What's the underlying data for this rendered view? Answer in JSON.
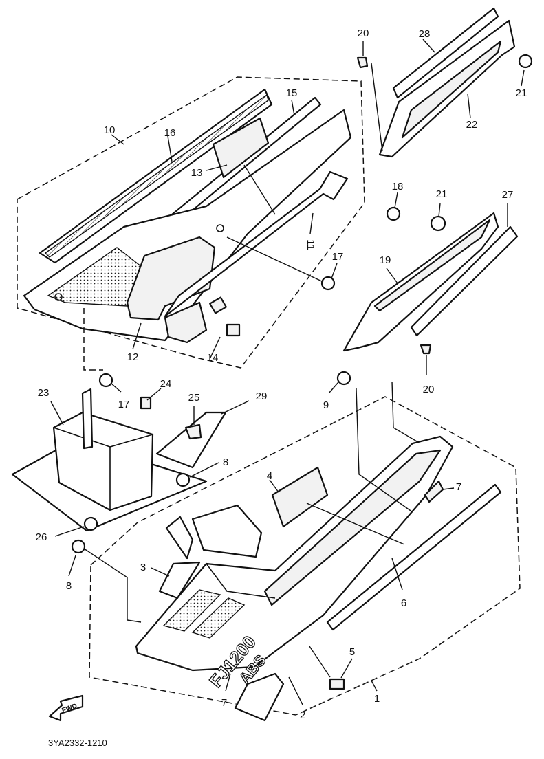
{
  "diagram_code": "3YA2332-1210",
  "fwd_label": "FWD",
  "callouts": {
    "c1": "1",
    "c2": "2",
    "c3": "3",
    "c4": "4",
    "c5": "5",
    "c6": "6",
    "c7a": "7",
    "c7b": "7",
    "c8a": "8",
    "c8b": "8",
    "c9": "9",
    "c10": "10",
    "c11": "11",
    "c12": "12",
    "c13": "13",
    "c14": "14",
    "c15": "15",
    "c16": "16",
    "c17a": "17",
    "c17b": "17",
    "c18": "18",
    "c19": "19",
    "c20a": "20",
    "c20b": "20",
    "c21a": "21",
    "c21b": "21",
    "c22": "22",
    "c23": "23",
    "c24": "24",
    "c25": "25",
    "c26": "26",
    "c27": "27",
    "c28": "28",
    "c29": "29"
  },
  "emblem": {
    "line1": "FJ1200",
    "line2": "ABS"
  }
}
